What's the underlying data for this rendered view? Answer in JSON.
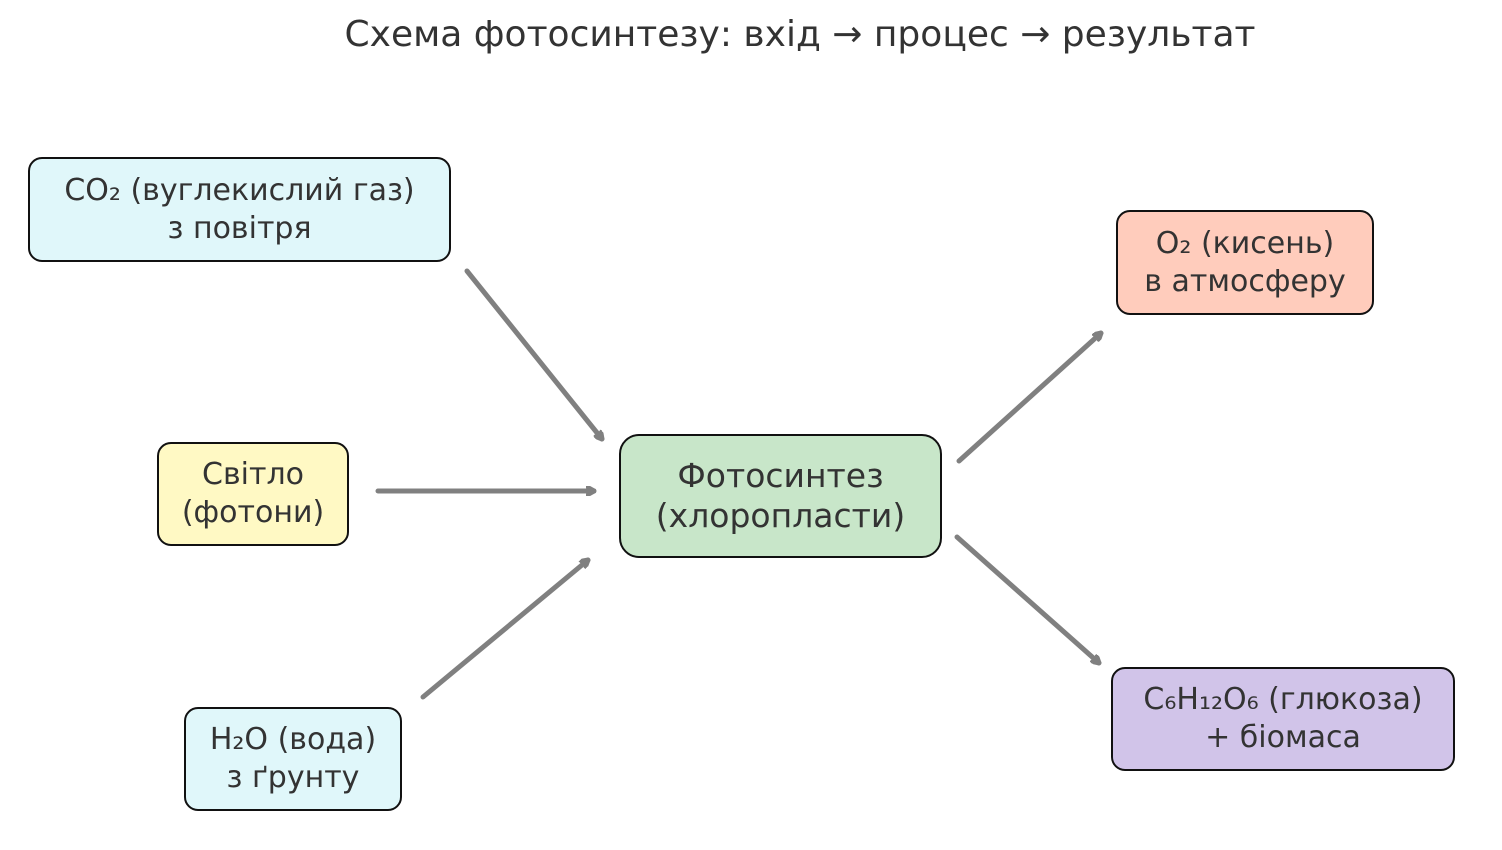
{
  "title": "Схема фотосинтезу: вхід → процес → результат",
  "colors": {
    "input_gas": "#e0f7fa",
    "light": "#fff9c4",
    "process": "#c8e6c9",
    "oxygen": "#ffccbc",
    "glucose": "#d1c4e9",
    "arrow": "#808080"
  },
  "nodes": {
    "co2": {
      "line1": "CO₂ (вуглекислий газ)",
      "line2": "з повітря"
    },
    "light": {
      "line1": "Світло",
      "line2": "(фотони)"
    },
    "h2o": {
      "line1": "H₂O (вода)",
      "line2": "з ґрунту"
    },
    "process": {
      "line1": "Фотосинтез",
      "line2": "(хлоропласти)"
    },
    "o2": {
      "line1": "O₂ (кисень)",
      "line2": "в атмосферу"
    },
    "glucose": {
      "line1": "C₆H₁₂O₆ (глюкоза)",
      "line2": "+ біомаса"
    }
  }
}
